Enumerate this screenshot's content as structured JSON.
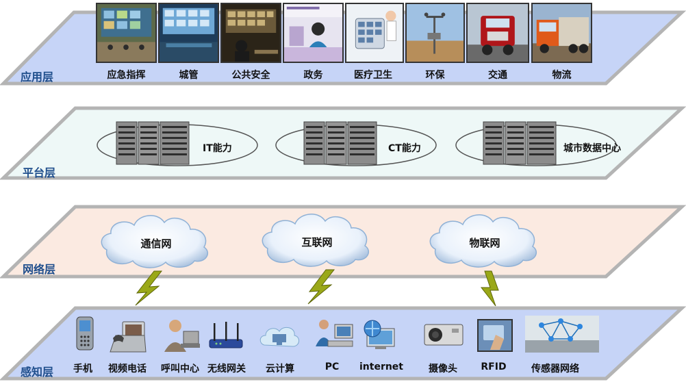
{
  "layers": {
    "application": {
      "name": "应用层",
      "items": [
        {
          "label": "应急指挥",
          "icon": "command-center-icon"
        },
        {
          "label": "城管",
          "icon": "control-room-icon"
        },
        {
          "label": "公共安全",
          "icon": "security-monitor-icon"
        },
        {
          "label": "政务",
          "icon": "government-office-icon"
        },
        {
          "label": "医疗卫生",
          "icon": "medical-tablet-icon"
        },
        {
          "label": "环保",
          "icon": "weather-station-icon"
        },
        {
          "label": "交通",
          "icon": "truck-icon"
        },
        {
          "label": "物流",
          "icon": "logistics-truck-icon"
        }
      ]
    },
    "platform": {
      "name": "平台层",
      "items": [
        {
          "label": "IT能力",
          "icon": "server-rack-icon"
        },
        {
          "label": "CT能力",
          "icon": "server-rack-icon"
        },
        {
          "label": "城市数据中心",
          "icon": "server-rack-icon"
        }
      ]
    },
    "network": {
      "name": "网络层",
      "items": [
        {
          "label": "通信网",
          "icon": "cloud-icon"
        },
        {
          "label": "互联网",
          "icon": "cloud-icon"
        },
        {
          "label": "物联网",
          "icon": "cloud-icon"
        }
      ]
    },
    "perception": {
      "name": "感知层",
      "items": [
        {
          "label": "手机",
          "icon": "mobile-phone-icon"
        },
        {
          "label": "视频电话",
          "icon": "video-phone-icon"
        },
        {
          "label": "呼叫中心",
          "icon": "call-center-icon"
        },
        {
          "label": "无线网关",
          "icon": "wireless-router-icon"
        },
        {
          "label": "云计算",
          "icon": "cloud-computing-icon"
        },
        {
          "label": "PC",
          "icon": "pc-user-icon"
        },
        {
          "label": "internet",
          "icon": "internet-globe-icon"
        },
        {
          "label": "摄像头",
          "icon": "camera-icon"
        },
        {
          "label": "RFID",
          "icon": "rfid-card-icon"
        },
        {
          "label": "传感器网络",
          "icon": "sensor-network-icon"
        }
      ]
    }
  },
  "colors": {
    "application_plane": "#c6d4f7",
    "platform_plane": "#eef8f7",
    "network_plane": "#fbeae1",
    "perception_plane": "#c6d4f7",
    "plane_border": "#b4b4b4",
    "layer_label": "#1f4e8c",
    "lightning": "#9aa818"
  }
}
